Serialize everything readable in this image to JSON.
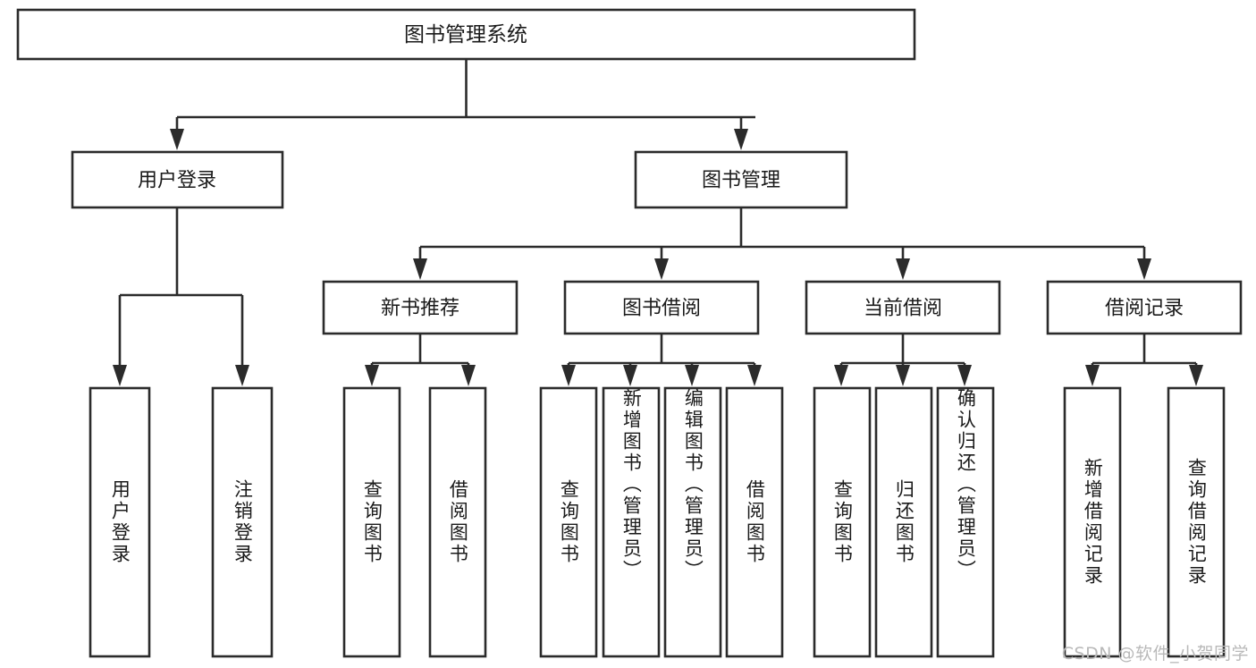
{
  "diagram": {
    "type": "tree",
    "title_node": {
      "id": "root",
      "label": "图书管理系统"
    },
    "level2": [
      {
        "id": "user-login",
        "label": "用户登录"
      },
      {
        "id": "book-manage",
        "label": "图书管理"
      }
    ],
    "level3": [
      {
        "id": "new-book-recommend",
        "label": "新书推荐"
      },
      {
        "id": "book-borrow",
        "label": "图书借阅"
      },
      {
        "id": "current-borrow",
        "label": "当前借阅"
      },
      {
        "id": "borrow-record",
        "label": "借阅记录"
      }
    ],
    "leaves": {
      "user-login": [
        {
          "id": "leaf-user-login",
          "label": "用户登录"
        },
        {
          "id": "leaf-logout-login",
          "label": "注销登录"
        }
      ],
      "new-book-recommend": [
        {
          "id": "leaf-query-book-1",
          "label": "查询图书"
        },
        {
          "id": "leaf-borrow-book-1",
          "label": "借阅图书"
        }
      ],
      "book-borrow": [
        {
          "id": "leaf-query-book-2",
          "label": "查询图书"
        },
        {
          "id": "leaf-add-book",
          "label": "新增图书（管理员）"
        },
        {
          "id": "leaf-edit-book",
          "label": "编辑图书（管理员）"
        },
        {
          "id": "leaf-borrow-book-2",
          "label": "借阅图书"
        }
      ],
      "current-borrow": [
        {
          "id": "leaf-query-book-3",
          "label": "查询图书"
        },
        {
          "id": "leaf-return-book",
          "label": "归还图书"
        },
        {
          "id": "leaf-confirm-return",
          "label": "确认归还（管理员）"
        }
      ],
      "borrow-record": [
        {
          "id": "leaf-add-record",
          "label": "新增借阅记录"
        },
        {
          "id": "leaf-query-record",
          "label": "查询借阅记录"
        }
      ]
    },
    "edges": [
      {
        "from": "root",
        "to": "user-login"
      },
      {
        "from": "root",
        "to": "book-manage"
      },
      {
        "from": "user-login",
        "to": "leaf-user-login"
      },
      {
        "from": "user-login",
        "to": "leaf-logout-login"
      },
      {
        "from": "book-manage",
        "to": "new-book-recommend"
      },
      {
        "from": "book-manage",
        "to": "book-borrow"
      },
      {
        "from": "book-manage",
        "to": "current-borrow"
      },
      {
        "from": "book-manage",
        "to": "borrow-record"
      },
      {
        "from": "new-book-recommend",
        "to": "leaf-query-book-1"
      },
      {
        "from": "new-book-recommend",
        "to": "leaf-borrow-book-1"
      },
      {
        "from": "book-borrow",
        "to": "leaf-query-book-2"
      },
      {
        "from": "book-borrow",
        "to": "leaf-add-book"
      },
      {
        "from": "book-borrow",
        "to": "leaf-edit-book"
      },
      {
        "from": "book-borrow",
        "to": "leaf-borrow-book-2"
      },
      {
        "from": "current-borrow",
        "to": "leaf-query-book-3"
      },
      {
        "from": "current-borrow",
        "to": "leaf-return-book"
      },
      {
        "from": "current-borrow",
        "to": "leaf-confirm-return"
      },
      {
        "from": "borrow-record",
        "to": "leaf-add-record"
      },
      {
        "from": "borrow-record",
        "to": "leaf-query-record"
      }
    ],
    "colors": {
      "stroke": "#2b2b2b",
      "fill": "#ffffff",
      "text": "#1a1a1a",
      "watermark": "#b9b9b9"
    }
  },
  "watermark": {
    "text": "CSDN @软件_小贺同学"
  }
}
